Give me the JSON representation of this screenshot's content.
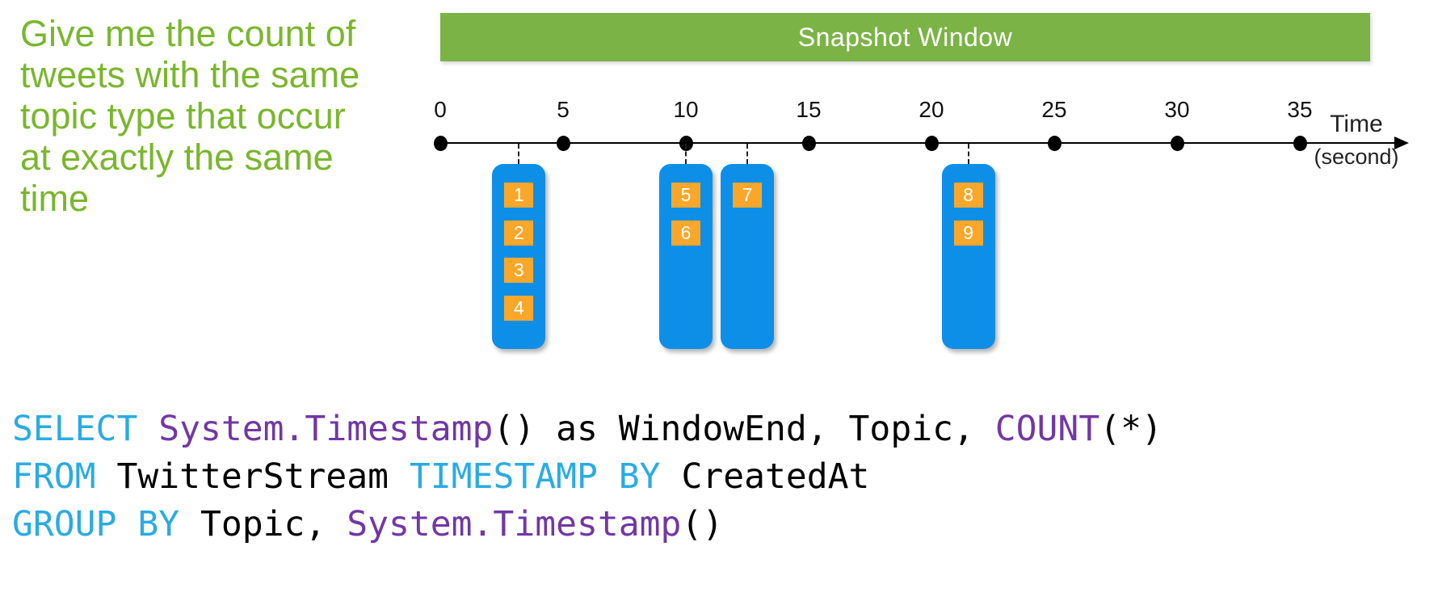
{
  "palette": {
    "banner_green": "#7CB347",
    "query_green": "#7AB62C",
    "block_blue": "#0D8FE8",
    "event_orange": "#F9A72B",
    "keyword_cyan": "#29ABE2",
    "function_purple": "#7237A4",
    "axis_black": "#000000"
  },
  "query_text": {
    "lines": [
      "Give me the count of",
      "tweets with the same",
      "topic type that occur",
      "at exactly the same",
      "time"
    ]
  },
  "banner": {
    "label": "Snapshot Window"
  },
  "timeline": {
    "ticks": [
      "0",
      "5",
      "10",
      "15",
      "20",
      "25",
      "30",
      "35"
    ],
    "tick_seconds": [
      0,
      5,
      10,
      15,
      20,
      25,
      30,
      35
    ],
    "axis_label_line1": "Time",
    "axis_label_line2": "(second)"
  },
  "event_groups": [
    {
      "time_seconds": 3.2,
      "events": [
        "1",
        "2",
        "3",
        "4"
      ]
    },
    {
      "time_seconds": 10,
      "events": [
        "5",
        "6"
      ]
    },
    {
      "time_seconds": 12.5,
      "events": [
        "7"
      ]
    },
    {
      "time_seconds": 21.5,
      "events": [
        "8",
        "9"
      ]
    }
  ],
  "sql": {
    "lines": [
      {
        "tokens": [
          {
            "t": "SELECT ",
            "c": "keyword"
          },
          {
            "t": "System.Timestamp",
            "c": "function"
          },
          {
            "t": "() as WindowEnd, Topic, ",
            "c": "plain"
          },
          {
            "t": "COUNT",
            "c": "function"
          },
          {
            "t": "(*)",
            "c": "plain"
          }
        ]
      },
      {
        "tokens": [
          {
            "t": "FROM ",
            "c": "keyword"
          },
          {
            "t": "TwitterStream ",
            "c": "plain"
          },
          {
            "t": "TIMESTAMP BY ",
            "c": "keyword"
          },
          {
            "t": "CreatedAt",
            "c": "plain"
          }
        ]
      },
      {
        "tokens": [
          {
            "t": "GROUP BY ",
            "c": "keyword"
          },
          {
            "t": "Topic, ",
            "c": "plain"
          },
          {
            "t": "System.Timestamp",
            "c": "function"
          },
          {
            "t": "()",
            "c": "plain"
          }
        ]
      }
    ]
  }
}
